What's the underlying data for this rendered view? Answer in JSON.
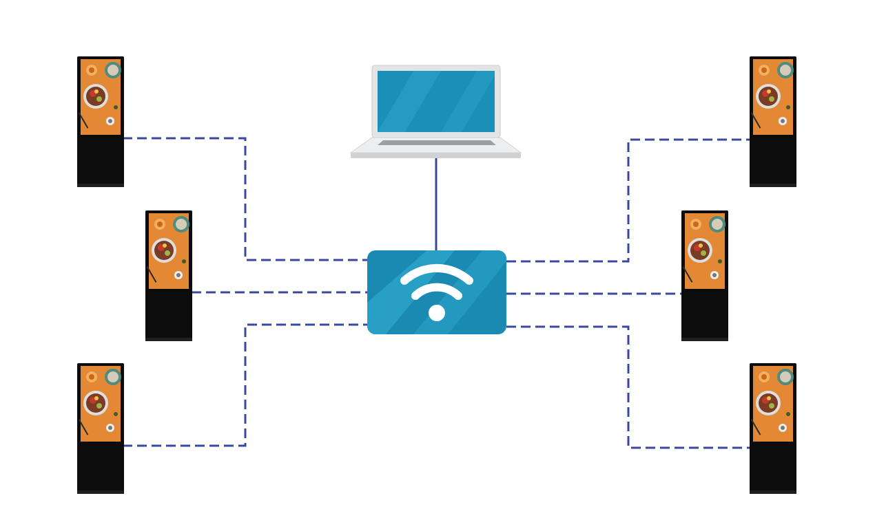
{
  "diagram": {
    "nodes": [
      {
        "id": "laptop",
        "kind": "laptop",
        "icon": "laptop-icon"
      },
      {
        "id": "router",
        "kind": "wifi-router",
        "icon": "wifi-icon"
      },
      {
        "id": "kiosk-left-top",
        "kind": "digital-signage-kiosk",
        "icon": "kiosk-icon"
      },
      {
        "id": "kiosk-left-middle",
        "kind": "digital-signage-kiosk",
        "icon": "kiosk-icon"
      },
      {
        "id": "kiosk-left-bottom",
        "kind": "digital-signage-kiosk",
        "icon": "kiosk-icon"
      },
      {
        "id": "kiosk-right-top",
        "kind": "digital-signage-kiosk",
        "icon": "kiosk-icon"
      },
      {
        "id": "kiosk-right-middle",
        "kind": "digital-signage-kiosk",
        "icon": "kiosk-icon"
      },
      {
        "id": "kiosk-right-bottom",
        "kind": "digital-signage-kiosk",
        "icon": "kiosk-icon"
      }
    ],
    "edges": [
      {
        "from": "laptop",
        "to": "router",
        "style": "solid"
      },
      {
        "from": "router",
        "to": "kiosk-left-top",
        "style": "dashed"
      },
      {
        "from": "router",
        "to": "kiosk-left-middle",
        "style": "dashed"
      },
      {
        "from": "router",
        "to": "kiosk-left-bottom",
        "style": "dashed"
      },
      {
        "from": "router",
        "to": "kiosk-right-top",
        "style": "dashed"
      },
      {
        "from": "router",
        "to": "kiosk-right-middle",
        "style": "dashed"
      },
      {
        "from": "router",
        "to": "kiosk-right-bottom",
        "style": "dashed"
      }
    ],
    "colors": {
      "connector": "#3a47a0",
      "router_fill": "#1b8ab3",
      "router_stripe": "#2aa3c8",
      "wifi_symbol": "#ffffff",
      "laptop_body": "#e2e4e6",
      "laptop_screen": "#1a8fb8",
      "kiosk_frame": "#0c0c0c",
      "kiosk_screen": "#e8913d"
    }
  }
}
